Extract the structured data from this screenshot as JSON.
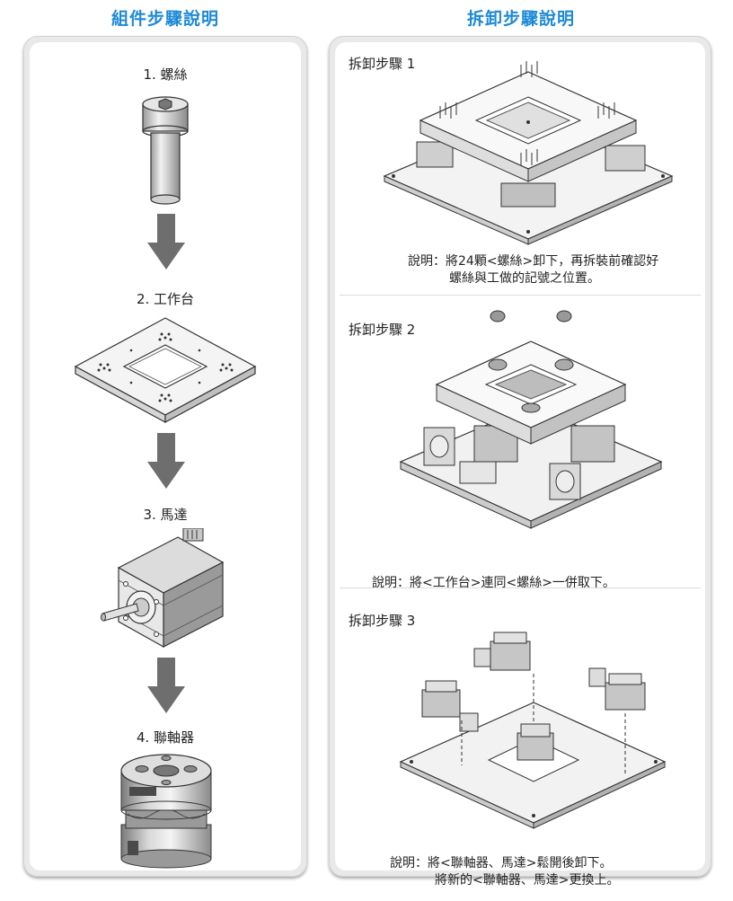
{
  "headers": {
    "assembly": "組件步驟說明",
    "disassembly": "拆卸步驟說明"
  },
  "parts": [
    {
      "label": "1. 螺絲",
      "icon": "screw-icon"
    },
    {
      "label": "2. 工作台",
      "icon": "worktable-icon"
    },
    {
      "label": "3. 馬達",
      "icon": "motor-icon"
    },
    {
      "label": "4. 聯軸器",
      "icon": "coupling-icon"
    }
  ],
  "steps": [
    {
      "title": "拆卸步驟 1",
      "caption_line1": "說明：將24顆<螺絲>卸下，再拆裝前確認好",
      "caption_line2": "螺絲與工做的記號之位置。"
    },
    {
      "title": "拆卸步驟 2",
      "caption_line1": "說明：將<工作台>連同<螺絲>一併取下。"
    },
    {
      "title": "拆卸步驟 3",
      "caption_line1": "說明：將<聯軸器、馬達>鬆開後卸下。",
      "caption_line2": "將新的<聯軸器、馬達>更換上。"
    }
  ],
  "colors": {
    "header_blue": "#1e8ad6",
    "arrow_gray": "#6e6e6e",
    "panel_gray": "#e9e9e9"
  }
}
